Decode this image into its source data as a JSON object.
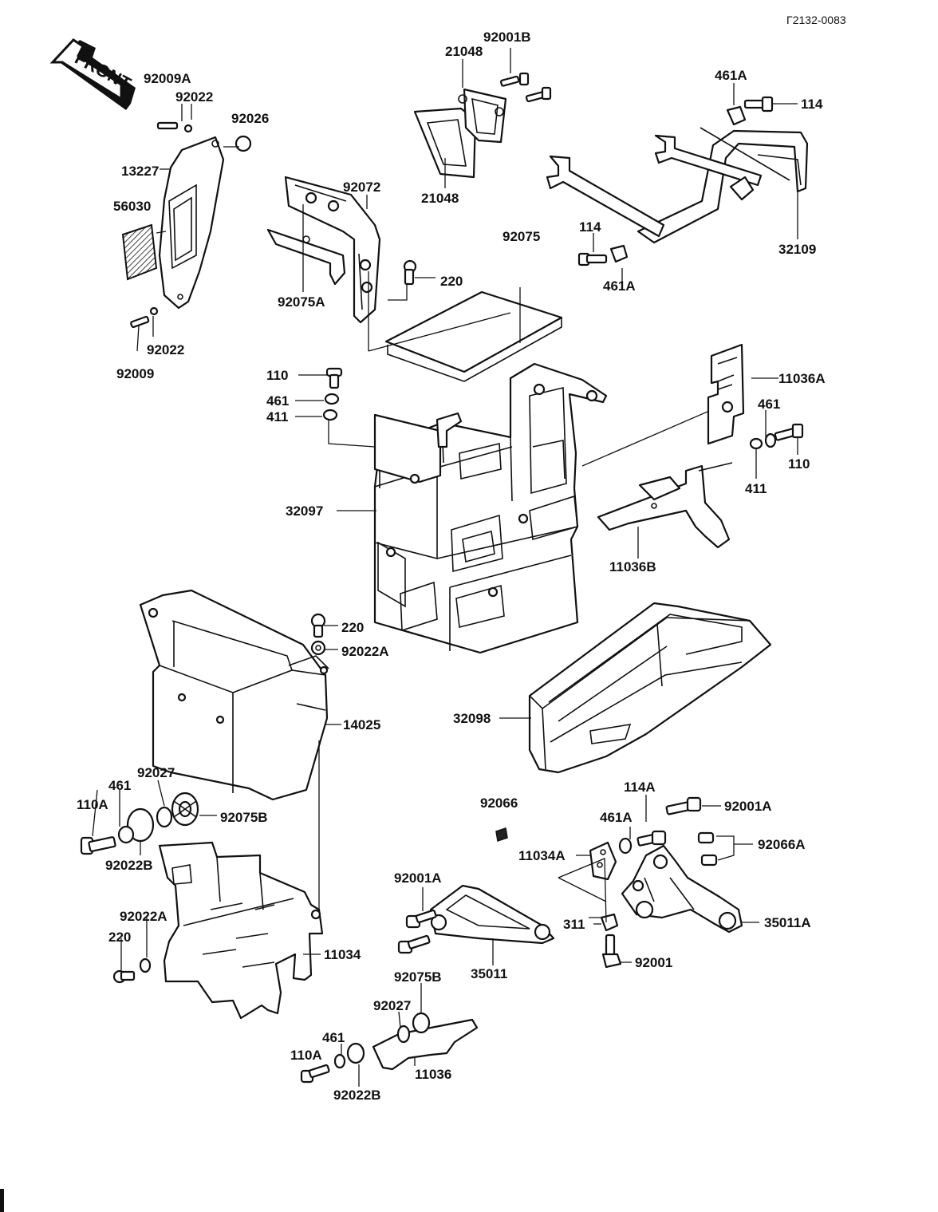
{
  "drawing_code": "Γ2132-0083",
  "front_badge": "FRONT",
  "labels": {
    "p92001B": "92001B",
    "p21048_top": "21048",
    "p21048_bottom": "21048",
    "p461A_top": "461A",
    "p114_top": "114",
    "p92009A": "92009A",
    "p92022_top": "92022",
    "p92026": "92026",
    "p13227": "13227",
    "p56030": "56030",
    "p92022_bottom": "92022",
    "p92009": "92009",
    "p92072": "92072",
    "p92075A": "92075A",
    "p220_top": "220",
    "p92075": "92075",
    "p114_mid": "114",
    "p461A_mid": "461A",
    "p32109": "32109",
    "p110_left": "110",
    "p461_left": "461",
    "p411_left": "411",
    "p11036A": "11036A",
    "p461_right": "461",
    "p110_right": "110",
    "p411_right": "411",
    "p32097": "32097",
    "p11036B": "11036B",
    "p220_mid": "220",
    "p92022A_mid": "92022A",
    "p14025": "14025",
    "p32098": "32098",
    "p92027_left": "92027",
    "p461_lower": "461",
    "p110A_left": "110A",
    "p92075B_left": "92075B",
    "p92022B_left": "92022B",
    "p92066": "92066",
    "p114A": "114A",
    "p92001A_right": "92001A",
    "p461A_low": "461A",
    "p92066A": "92066A",
    "p11034A": "11034A",
    "p92001A_mid": "92001A",
    "p92022A_low": "92022A",
    "p220_low": "220",
    "p11034": "11034",
    "p311": "311",
    "p35011A": "35011A",
    "p35011": "35011",
    "p92001": "92001",
    "p92075B_low": "92075B",
    "p92027_low": "92027",
    "p461_bottom": "461",
    "p110A_bottom": "110A",
    "p11036": "11036",
    "p92022B_bottom": "92022B"
  }
}
